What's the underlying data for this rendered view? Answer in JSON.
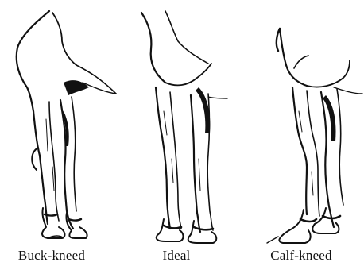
{
  "figure": {
    "panels": [
      {
        "key": "buck",
        "label": "Buck-kneed"
      },
      {
        "key": "ideal",
        "label": "Ideal"
      },
      {
        "key": "calf",
        "label": "Calf-kneed"
      }
    ]
  },
  "colors": {
    "ink": "#111111",
    "background": "#ffffff"
  }
}
